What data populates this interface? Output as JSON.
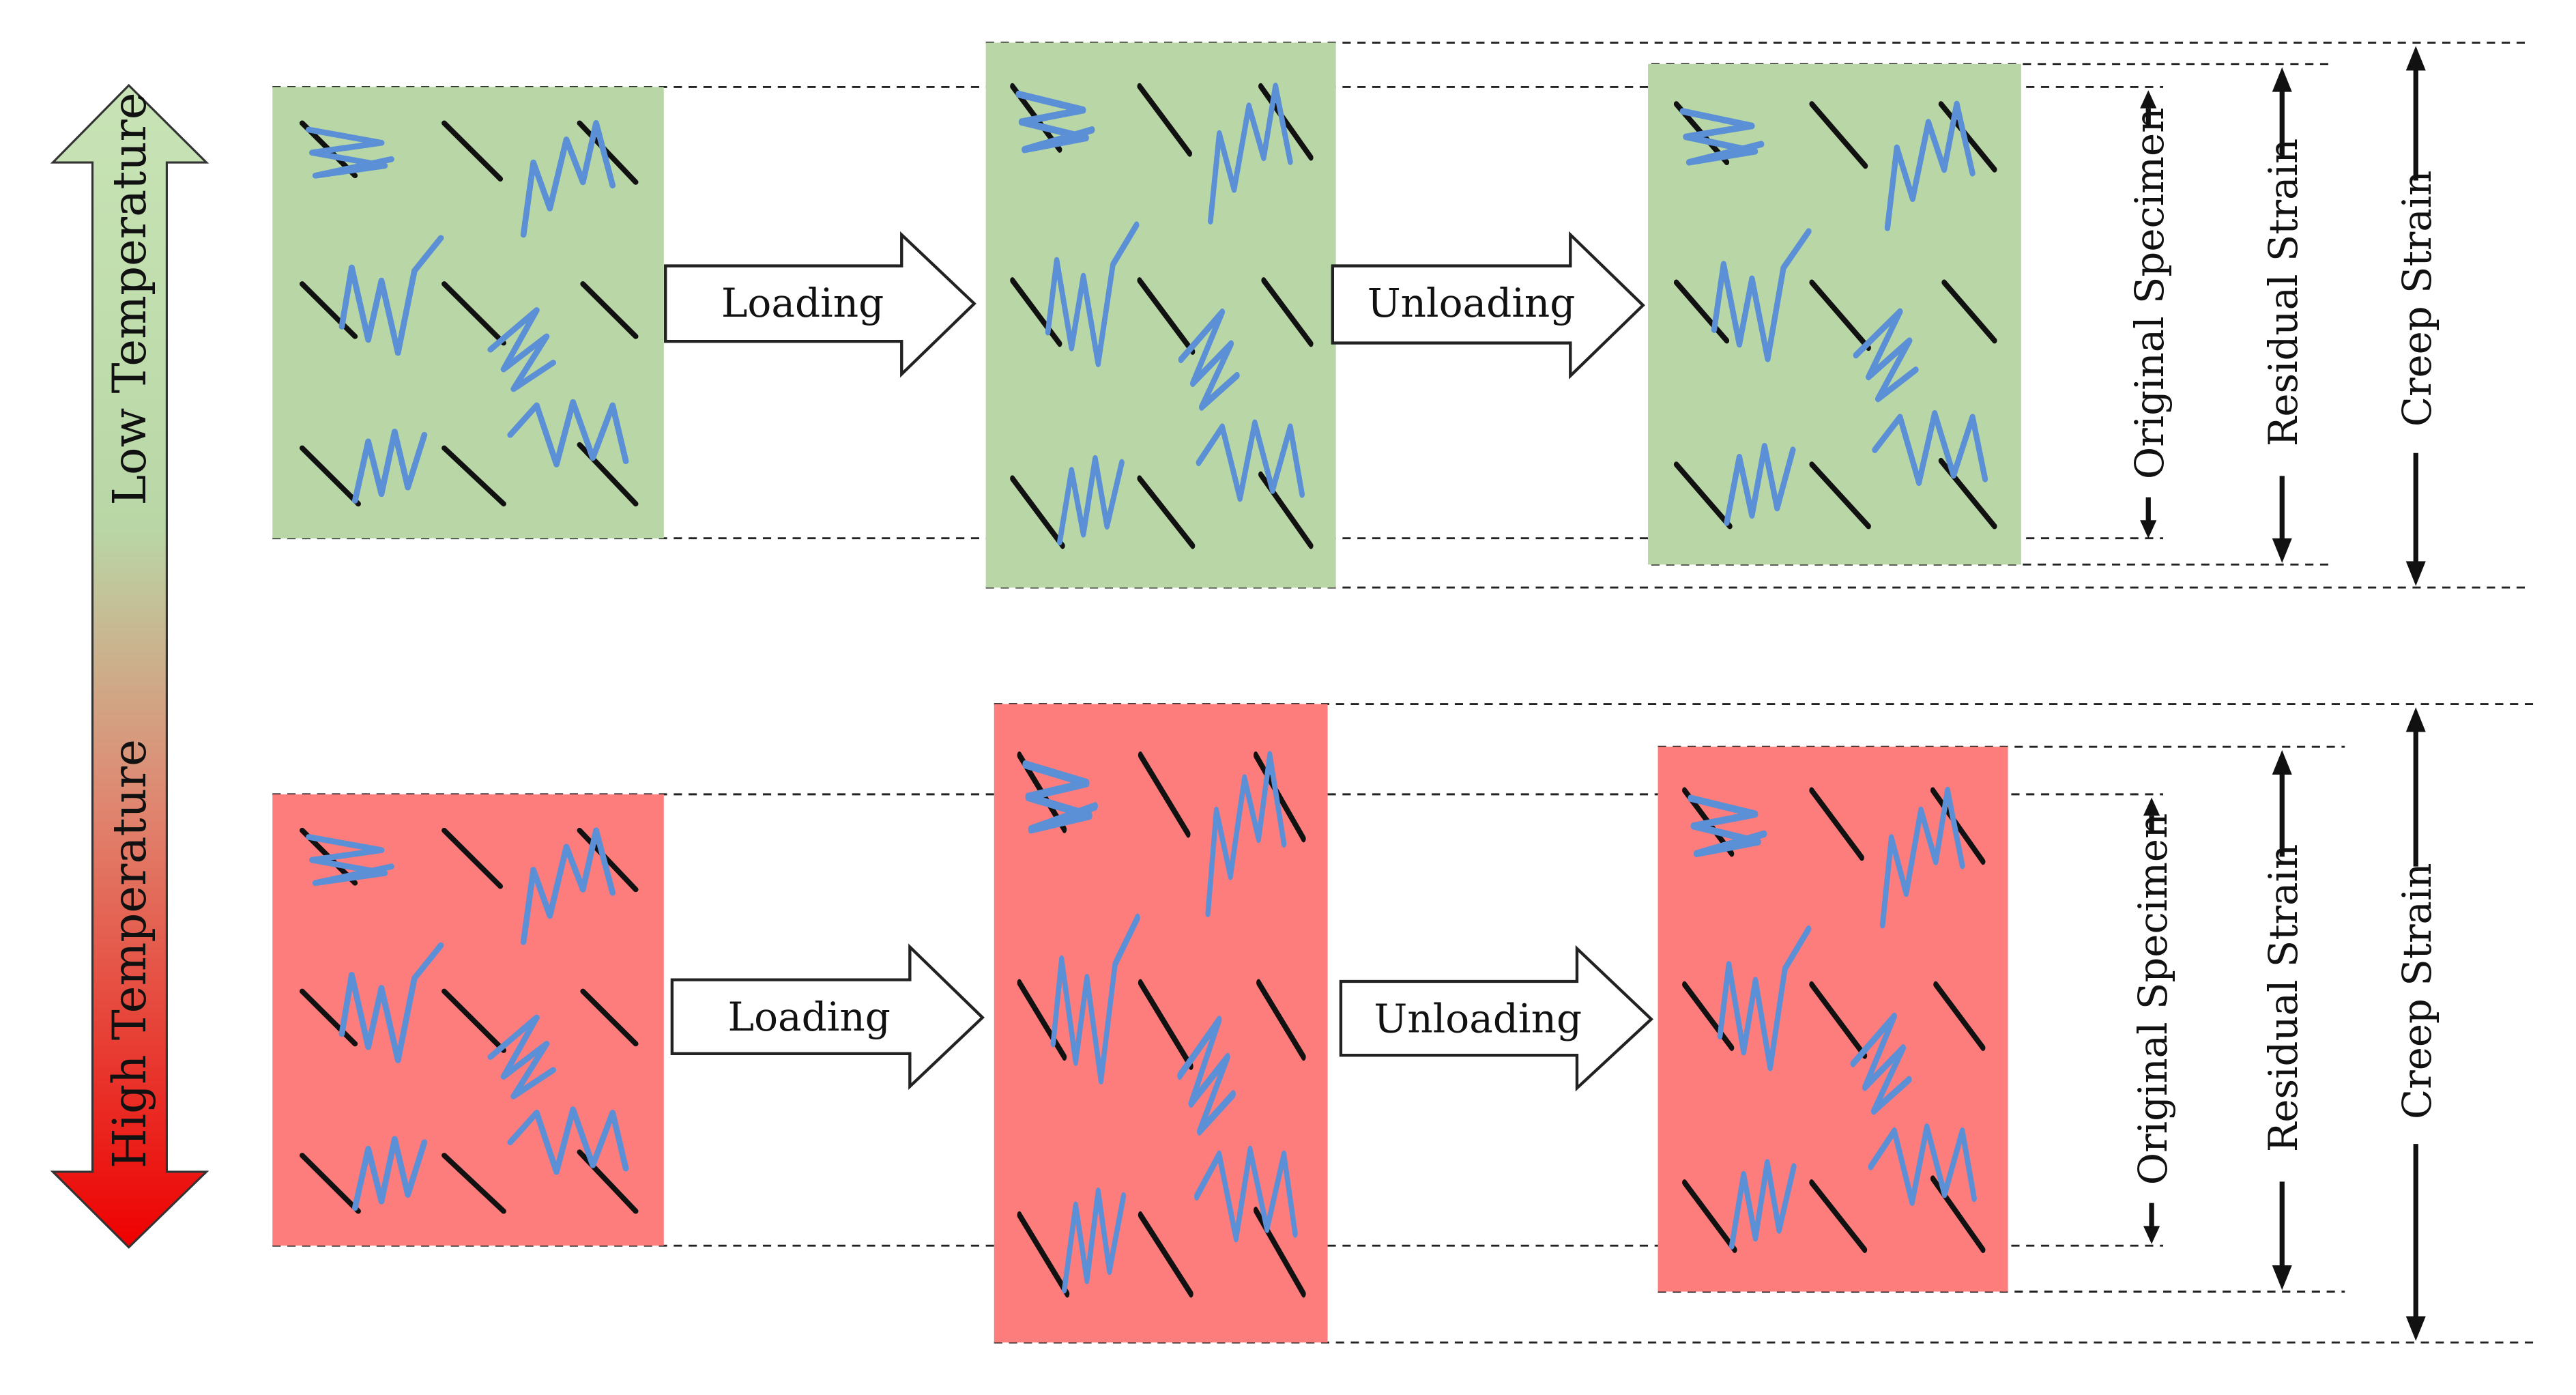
{
  "temperature_axis": {
    "low_label": "Low Temperature",
    "high_label": "High Temperature",
    "colors": {
      "low": "#c3dfb0",
      "high": "#ee0000"
    }
  },
  "process_labels": {
    "loading": "Loading",
    "unloading": "Unloading"
  },
  "dimension_labels": {
    "original": "Original Specimen",
    "residual": "Residual Strain",
    "creep": "Creep Strain"
  },
  "colors": {
    "low_temp_specimen": "#b9d7a6",
    "high_temp_specimen": "#fd7d7d",
    "fiber": "#5b8fd6",
    "crack": "#111111",
    "dashed_line": "#222222"
  }
}
